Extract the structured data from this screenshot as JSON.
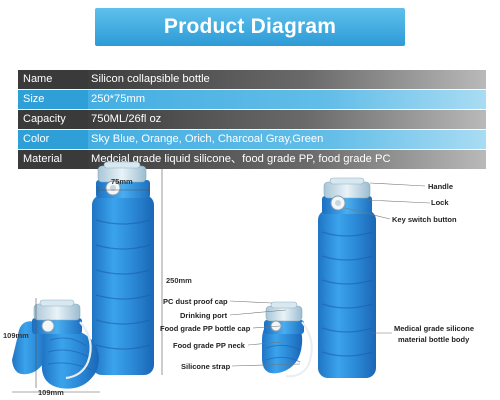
{
  "banner": {
    "title": "Product Diagram"
  },
  "specs": [
    {
      "label": "Name",
      "value": "Silicon collapsible bottle",
      "style": "dark"
    },
    {
      "label": "Size",
      "value": "250*75mm",
      "style": "blue"
    },
    {
      "label": "Capacity",
      "value": "750ML/26fl oz",
      "style": "dark"
    },
    {
      "label": "Color",
      "value": "Sky Blue, Orange, Orich, Charcoal Gray,Green",
      "style": "blue"
    },
    {
      "label": "Material",
      "value": "Medcial grade liquid silicone、food grade PP, food grade PC",
      "style": "dark"
    }
  ],
  "dimensions": {
    "top_width": "75mm",
    "height": "250mm",
    "folded_height": "109mm",
    "folded_width": "109mm"
  },
  "callouts": {
    "handle": "Handle",
    "lock": "Lock",
    "key_switch": "Key switch button",
    "dust_cap": "PC dust proof cap",
    "drinking_port": "Drinking port",
    "bottle_cap": "Food grade PP bottle cap",
    "pp_neck": "Food grade PP neck",
    "strap": "Silicone strap",
    "body_line1": "Medical grade silicone",
    "body_line2": "material bottle body"
  },
  "colors": {
    "bottle_blue": "#2f8fd8",
    "banner_blue": "#2d9bd6",
    "row_dark": "#3a3a3a"
  }
}
